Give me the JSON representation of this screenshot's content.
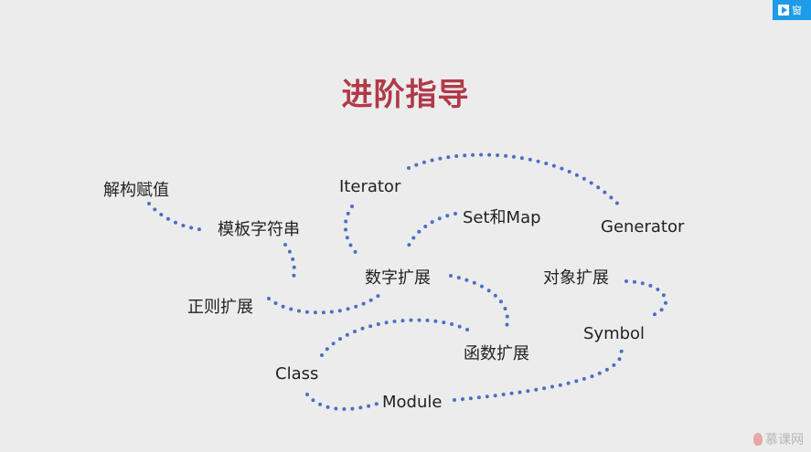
{
  "title": "进阶指导",
  "top_button": {
    "label": "窗"
  },
  "brand": "慕课网",
  "nodes": {
    "jiegou": "解构赋值",
    "moban": "模板字符串",
    "zhengze": "正则扩展",
    "iterator": "Iterator",
    "setmap": "Set和Map",
    "generator": "Generator",
    "shuzi": "数字扩展",
    "duixiang": "对象扩展",
    "hanshu": "函数扩展",
    "symbol": "Symbol",
    "class": "Class",
    "module": "Module"
  },
  "colors": {
    "title": "#b03a48",
    "dots": "#4a6fc4",
    "text": "#222222"
  }
}
